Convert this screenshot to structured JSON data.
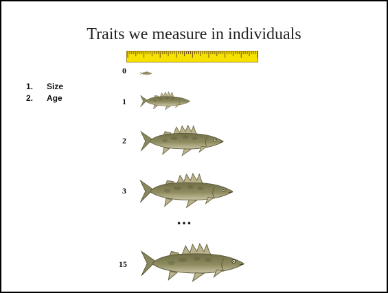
{
  "slide": {
    "title": "Traits we measure in individuals",
    "traits": [
      {
        "num": "1.",
        "label": "Size"
      },
      {
        "num": "2.",
        "label": "Age"
      }
    ],
    "ages": [
      "0",
      "1",
      "2",
      "3",
      "15"
    ],
    "ellipsis": "…",
    "colors": {
      "ruler_fill": "#f6e200",
      "ruler_ticks": "#6a4a1a",
      "fish_body": "#8a8a5c",
      "fish_fin": "#b9b28c"
    },
    "icons": [
      "ruler-icon",
      "walleye-fish-icon"
    ]
  }
}
